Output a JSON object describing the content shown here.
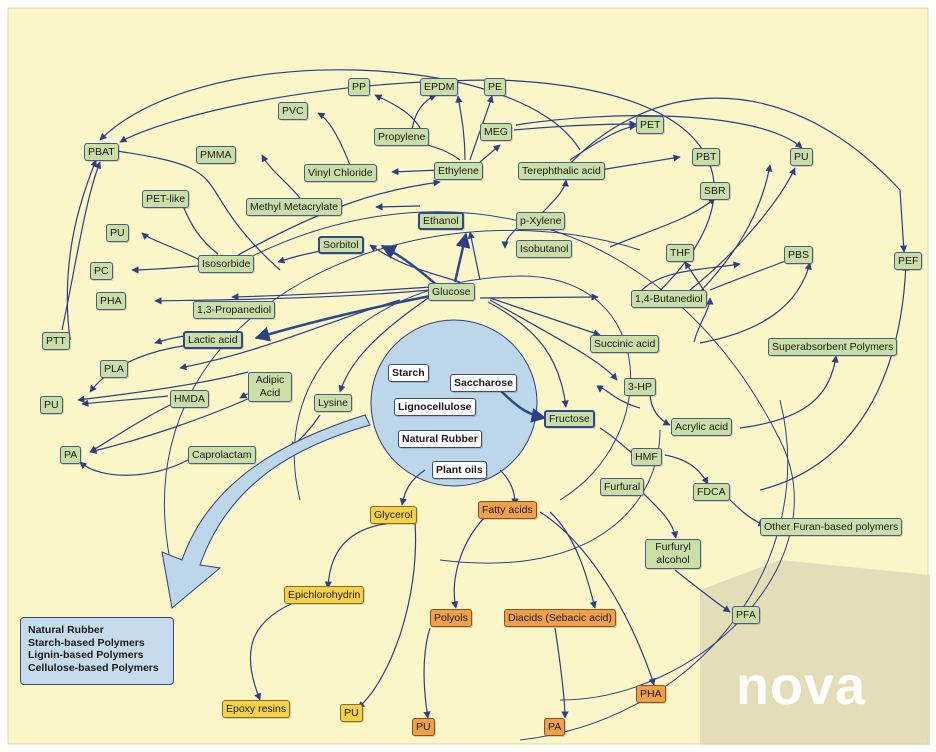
{
  "colors": {
    "background": "#fbf6c8",
    "arrow": "#2e3f85",
    "hub": "#bcd7ea",
    "node_green": "#c9dfa6",
    "node_yellow": "#f6d24a",
    "node_orange": "#f1a04a",
    "logo": "#ffffff"
  },
  "feedstocks": {
    "starch": "Starch",
    "saccharose": "Saccharose",
    "lignocellulose": "Lignocellulose",
    "natural_rubber": "Natural Rubber",
    "plant_oils": "Plant oils"
  },
  "chemicals": {
    "glucose": "Glucose",
    "sorbitol": "Sorbitol",
    "ethanol": "Ethanol",
    "lactic_acid": "Lactic acid",
    "fructose": "Fructose",
    "isosorbide": "Isosorbide",
    "propanediol": "1,3-Propanediol",
    "butanediol": "1,4-Butanediol",
    "succinic_acid": "Succinic acid",
    "three_hp": "3-HP",
    "acrylic_acid": "Acrylic acid",
    "hmf": "HMF",
    "fdca": "FDCA",
    "furfural": "Furfural",
    "furfuryl_alcohol": "Furfuryl alcohol",
    "adipic_acid": "Adipic Acid",
    "hmda": "HMDA",
    "lysine": "Lysine",
    "caprolactam": "Caprolactam",
    "ethylene": "Ethylene",
    "propylene": "Propylene",
    "vinyl_chloride": "Vinyl Chloride",
    "methyl_metacrylate": "Methyl Metacrylate",
    "meg": "MEG",
    "terephthalic_acid": "Terephthalic acid",
    "p_xylene": "p-Xylene",
    "isobutanol": "Isobutanol",
    "glycerol": "Glycerol",
    "fatty_acids": "Fatty acids",
    "epichlorohydrin": "Epichlorohydrin",
    "polyols": "Polyols",
    "diacids": "Diacids (Sebacic acid)"
  },
  "polymers": {
    "pp": "PP",
    "epdm": "EPDM",
    "pe": "PE",
    "pvc": "PVC",
    "pbat": "PBAT",
    "pmma": "PMMA",
    "pet": "PET",
    "pbt": "PBT",
    "pu_top": "PU",
    "pet_like": "PET-like",
    "pu_left": "PU",
    "pc": "PC",
    "pha_left": "PHA",
    "ptt": "PTT",
    "pla": "PLA",
    "pu_mid": "PU",
    "pa_left": "PA",
    "sbr": "SBR",
    "thf": "THF",
    "pbs": "PBS",
    "pef": "PEF",
    "superabsorbent": "Superabsorbent Polymers",
    "other_furan": "Other Furan-based polymers",
    "pfa": "PFA",
    "epoxy": "Epoxy resins",
    "pu_gly": "PU",
    "pu_bottom": "PU",
    "pa_bottom": "PA",
    "pha_bottom": "PHA"
  },
  "summary_box": [
    "Natural Rubber",
    "Starch-based Polymers",
    "Lignin-based Polymers",
    "Cellulose-based Polymers"
  ],
  "logo": {
    "text": "nova"
  }
}
